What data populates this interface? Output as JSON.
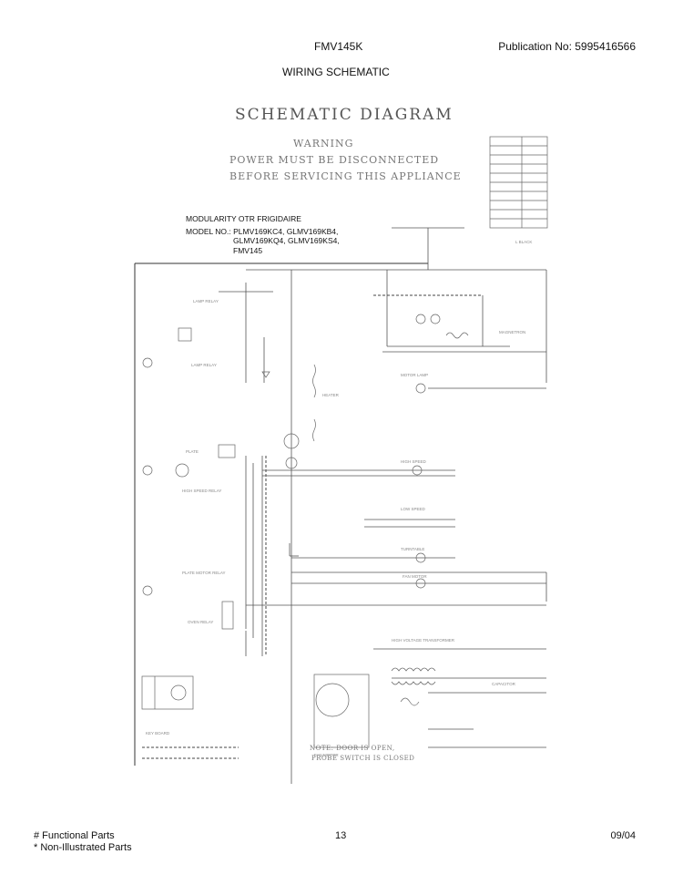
{
  "header": {
    "model": "FMV145K",
    "publication": "Publication No:  5995416566",
    "subtitle": "WIRING SCHEMATIC"
  },
  "diagram": {
    "title": "SCHEMATIC DIAGRAM",
    "warning_lines": [
      "WARNING",
      "POWER MUST BE DISCONNECTED",
      "BEFORE SERVICING THIS APPLIANCE"
    ],
    "model_block": [
      "MODULARITY OTR FRIGIDAIRE",
      "MODEL NO.:  PLMV169KC4, GLMV169KB4,",
      "GLMV169KQ4, GLMV169KS4,",
      "FMV145"
    ],
    "note": "PROBE SWITCH IS CLOSED"
  },
  "footer": {
    "functional": "# Functional Parts",
    "non_illustrated": "* Non-Illustrated Parts",
    "page": "13",
    "date": "09/04"
  }
}
